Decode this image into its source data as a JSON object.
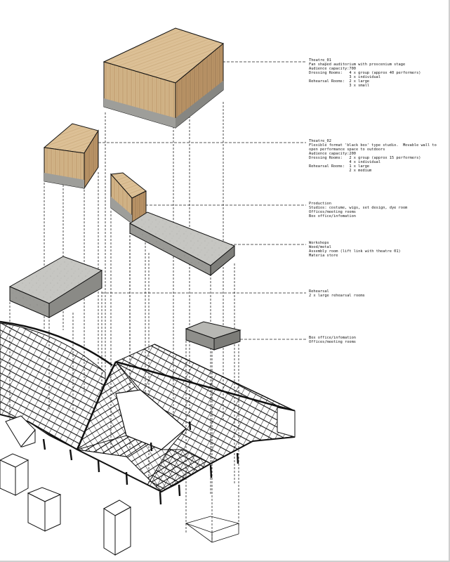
{
  "annotations": {
    "theatre_01": {
      "title": "Theatre_01",
      "lines": [
        "Fan shaped auditorium with proscenium stage",
        "Audience capacity:700",
        "Dressing Rooms:   4 x group (approx 40 performers)",
        "                  3 x individual",
        "Rehearsal Rooms:  2 x large",
        "                  3 x small"
      ]
    },
    "theatre_02": {
      "title": "Theatre_02",
      "lines": [
        "Flexible format 'black box' type studio.  Movable wall to",
        "open performance space to outdoors",
        "Audience capacity:200",
        "Dressing Rooms:   2 x group (approx 15 performers)",
        "                  4 x individual",
        "Rehearsal Rooms:  1 x large",
        "                  2 x medium"
      ]
    },
    "production": {
      "title": "Production",
      "lines": [
        "Studios: costume, wigs, set design, dye room",
        "Offices/meeting rooms",
        "Box office/infomation"
      ]
    },
    "workshops": {
      "title": "Workshops",
      "lines": [
        "Wood/metal",
        "Assembly room (lift link with theatre 01)",
        "Materia store"
      ]
    },
    "rehearsal": {
      "title": "Rehearsal",
      "lines": [
        "2 x large rehearsal rooms"
      ]
    },
    "box_office": {
      "title": "Box office/infomation",
      "lines": [
        "Offices/meeting rooms"
      ]
    }
  },
  "colors": {
    "wood_light": "#d8b98c",
    "wood_dark": "#a88258",
    "concrete_light": "#c9c9c5",
    "concrete_dark": "#8d8d89",
    "structure": "#111111",
    "leader_line": "#222222"
  }
}
